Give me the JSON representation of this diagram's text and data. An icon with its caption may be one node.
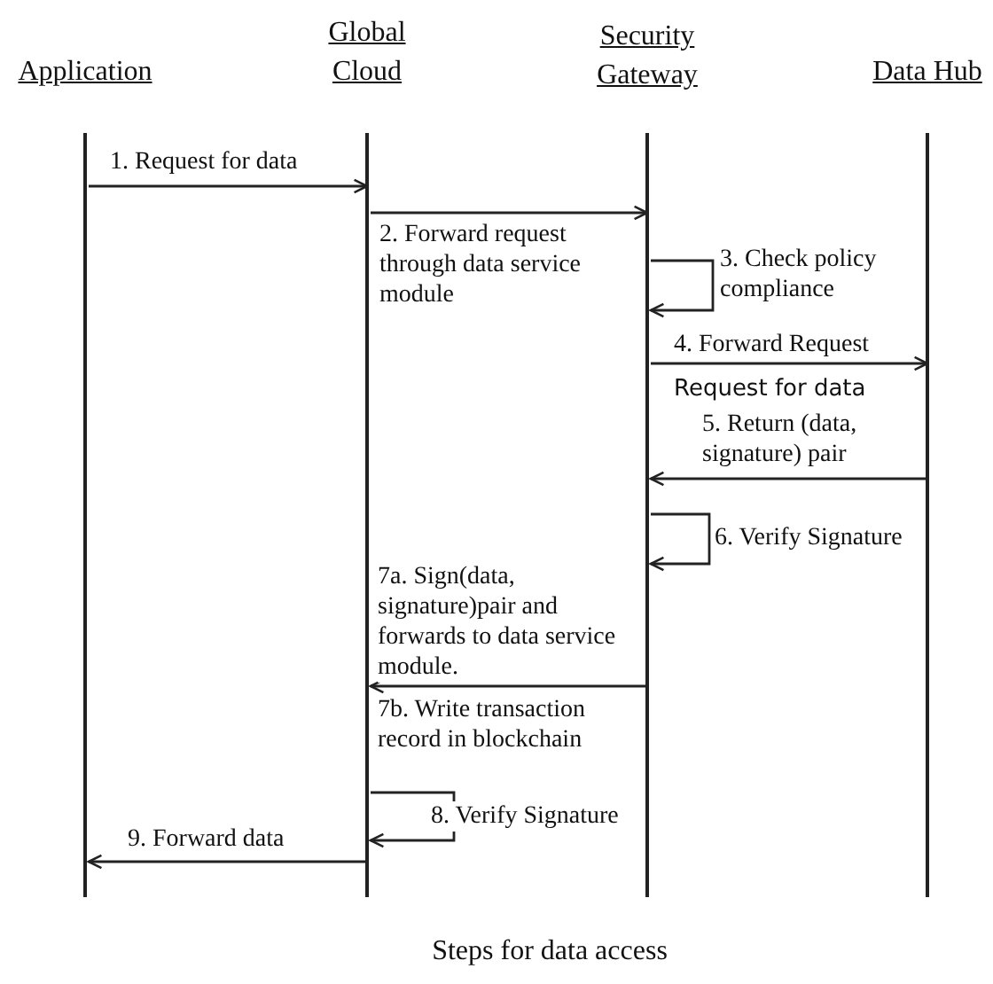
{
  "diagram": {
    "caption": "Steps for data access",
    "nodes": [
      {
        "text": [
          "Application"
        ]
      },
      {
        "text": [
          "Global Cloud"
        ]
      },
      {
        "text": [
          "Security Gateway"
        ]
      },
      {
        "text": [
          "Data Hub"
        ]
      }
    ],
    "edges": [
      {
        "from": 0,
        "to": 1,
        "arrow": "to",
        "label": "1. Request for data"
      },
      {
        "from": 1,
        "to": 2,
        "arrow": "to",
        "label": "2. Forward request through data service module"
      },
      {
        "from": 2,
        "to": 2,
        "arrow": "to",
        "label": "3. Check policy compliance"
      },
      {
        "from": 2,
        "to": 3,
        "arrow": "to",
        "label": "4. Forward Request"
      },
      {
        "from": 3,
        "to": 2,
        "arrow": "to",
        "label": "5. Return (data, signature) pair"
      },
      {
        "from": 2,
        "to": 2,
        "arrow": "to",
        "label": "6. Verify Signature"
      },
      {
        "from": 2,
        "to": 1,
        "arrow": "to",
        "label": "7a. Sign(data, signature)pair and forwards to data service module."
      },
      {
        "from": 1,
        "to": 1,
        "arrow": "to",
        "label": "8. Verify Signature"
      },
      {
        "from": 1,
        "to": 0,
        "arrow": "to",
        "label": "9. Forward data"
      }
    ],
    "labels": [
      "Request for data",
      "7b. Write transaction record in blockchain"
    ]
  }
}
